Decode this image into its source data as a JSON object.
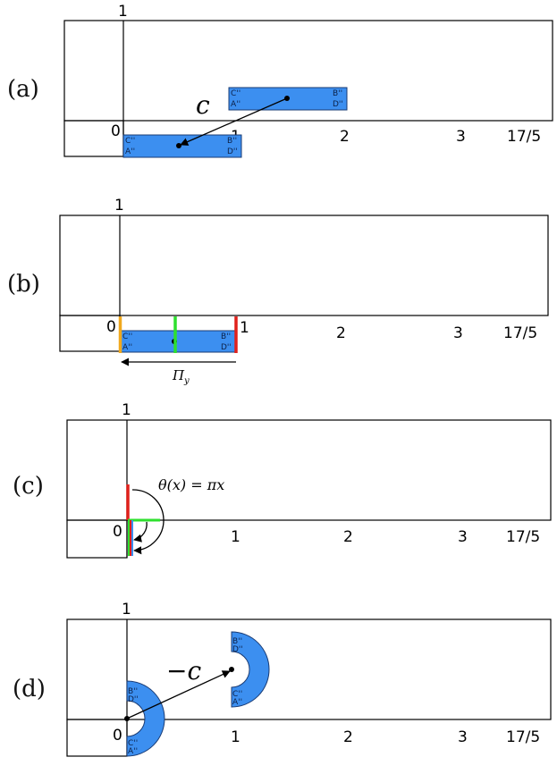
{
  "panels": [
    {
      "label": "(a)",
      "vector_label": "c",
      "ticks": {
        "zero": "0",
        "one": "1",
        "two": "2",
        "three": "3",
        "end": "17/5",
        "top": "1"
      }
    },
    {
      "label": "(b)",
      "projection_label": "Π",
      "projection_sub": "y",
      "ticks": {
        "zero": "0",
        "one": "1",
        "two": "2",
        "three": "3",
        "end": "17/5",
        "top": "1"
      }
    },
    {
      "label": "(c)",
      "rotation_label": "θ(x) = πx",
      "ticks": {
        "zero": "0",
        "one": "1",
        "two": "2",
        "three": "3",
        "end": "17/5",
        "top": "1"
      }
    },
    {
      "label": "(d)",
      "vector_label": "−c",
      "ticks": {
        "zero": "0",
        "one": "1",
        "two": "2",
        "three": "3",
        "end": "17/5",
        "top": "1"
      }
    }
  ],
  "corners": {
    "a": "A''",
    "b": "B''",
    "c": "C''",
    "d": "D''"
  },
  "colors": {
    "fill": "#3c8ff0",
    "red": "#e0201b",
    "green": "#2ee02e",
    "orange": "#f0a81e"
  }
}
